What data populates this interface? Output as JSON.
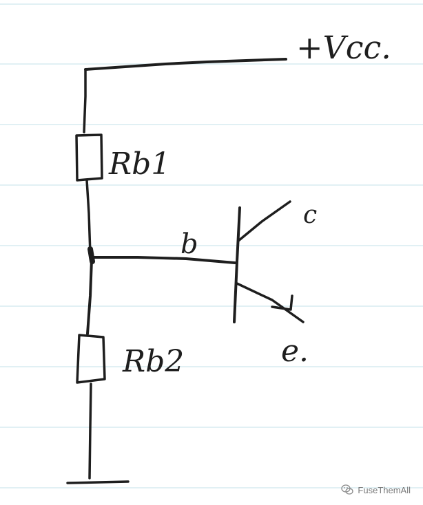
{
  "labels": {
    "vcc": "+Vcc.",
    "rb1": "Rb1",
    "rb2": "Rb2",
    "base": "b",
    "collector": "c",
    "emitter": "e."
  },
  "watermark": {
    "text": "FuseThemAll",
    "icon": "wechat-icon"
  },
  "colors": {
    "paper": "#ffffff",
    "rule_line": "#cfe7ee",
    "ink": "#1e1e1e"
  }
}
